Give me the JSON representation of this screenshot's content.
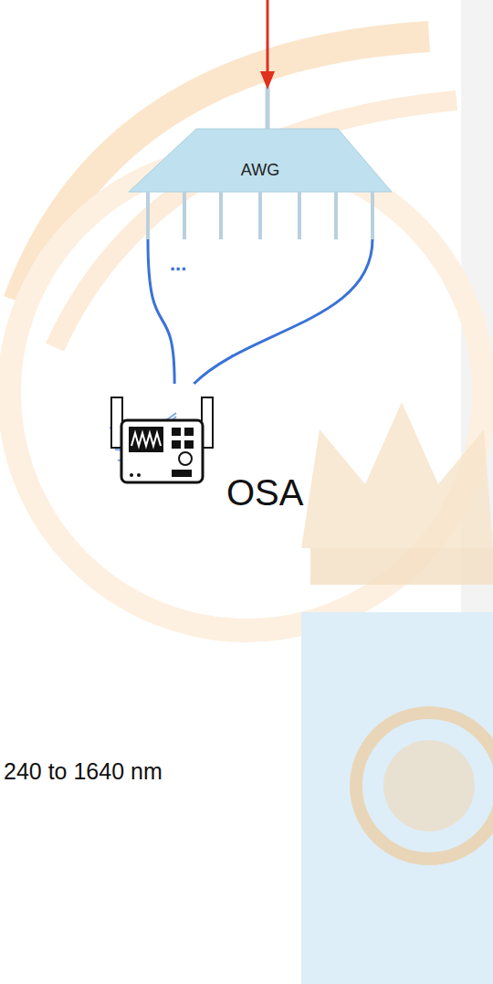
{
  "diagram": {
    "nodes": [
      {
        "text": [
          "AWG"
        ]
      },
      {
        "text": [
          "OSA"
        ]
      }
    ],
    "edges": [
      {
        "from": 0,
        "to": 1,
        "arrow": "none"
      },
      {
        "from": 0,
        "to": 1,
        "arrow": "none"
      }
    ],
    "labels": [
      "...",
      "240 to 1640 nm"
    ]
  }
}
